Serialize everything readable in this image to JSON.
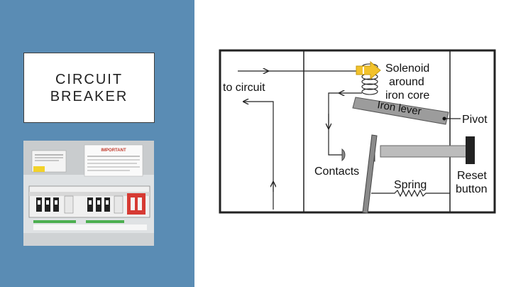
{
  "slide": {
    "title_line1": "CIRCUIT",
    "title_line2": "BREAKER",
    "colors": {
      "left_panel": "#5a8cb4",
      "solenoid_arrow": "#f2c22b",
      "reset_button": "#222222"
    }
  },
  "photo": {
    "description_icon": "consumer-unit-photo",
    "sign_title": "IMPORTANT"
  },
  "diagram": {
    "labels": {
      "to_circuit": "to circuit",
      "solenoid_line1": "Solenoid",
      "solenoid_line2": "around",
      "solenoid_line3": "iron core",
      "iron_lever": "Iron lever",
      "pivot": "Pivot",
      "contacts": "Contacts",
      "spring": "Spring",
      "reset_line1": "Reset",
      "reset_line2": "button"
    }
  }
}
